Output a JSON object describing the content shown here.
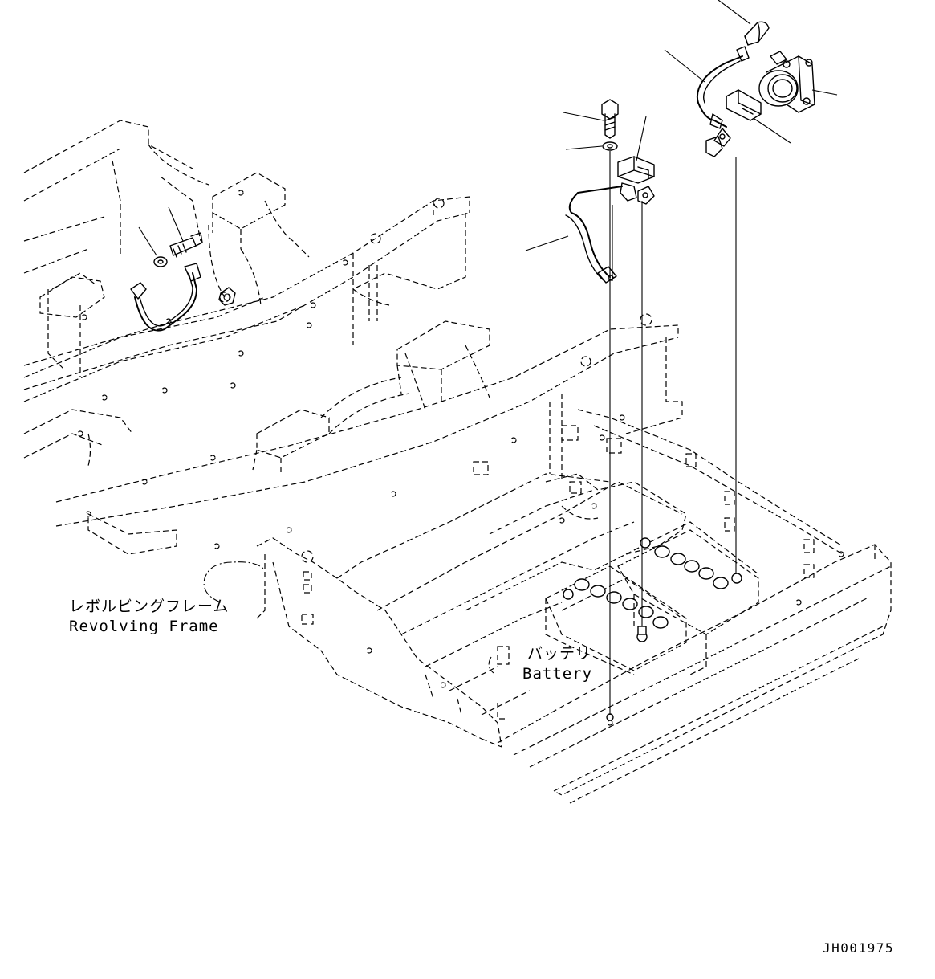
{
  "labels": {
    "frame_jp": "レボルビングフレーム",
    "frame_en": "Revolving Frame",
    "battery_jp": "バッテリ",
    "battery_en": "Battery",
    "drawing_id": "JH001975"
  },
  "colors": {
    "line": "#000000",
    "background": "#ffffff"
  }
}
